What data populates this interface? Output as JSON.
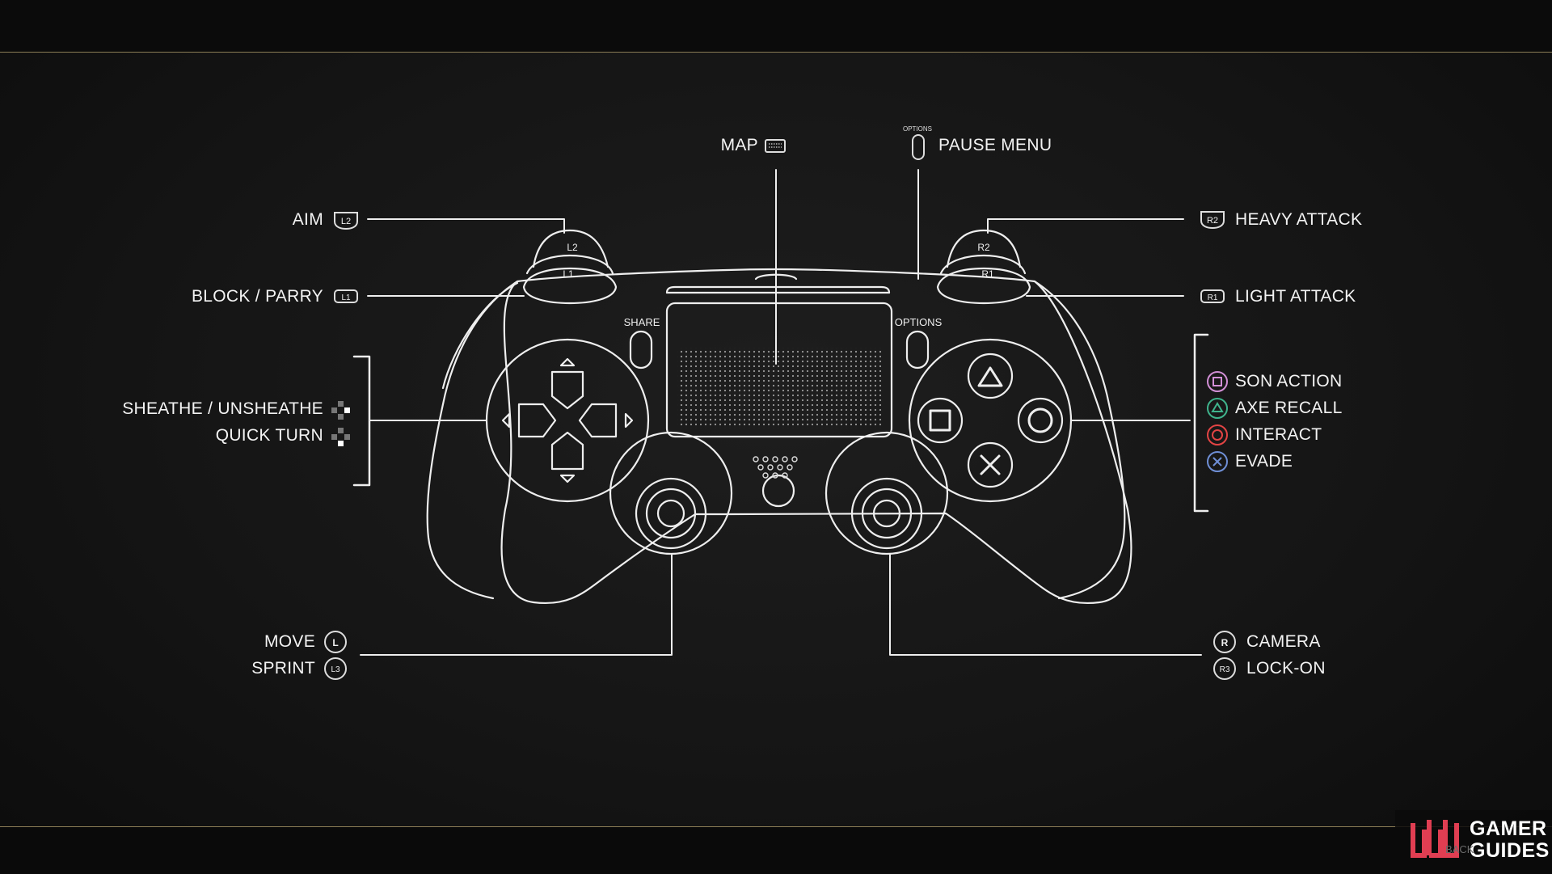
{
  "controls": {
    "left": {
      "aim": "AIM",
      "block_parry": "BLOCK / PARRY",
      "sheathe": "SHEATHE / UNSHEATHE",
      "quick_turn": "QUICK TURN",
      "move": "MOVE",
      "sprint": "SPRINT"
    },
    "top": {
      "map": "MAP",
      "pause_menu": "PAUSE MENU",
      "options_small": "OPTIONS"
    },
    "right": {
      "heavy_attack": "HEAVY ATTACK",
      "light_attack": "LIGHT ATTACK",
      "son_action": "SON ACTION",
      "axe_recall": "AXE RECALL",
      "interact": "INTERACT",
      "evade": "EVADE",
      "camera": "CAMERA",
      "lock_on": "LOCK-ON"
    },
    "button_glyphs": {
      "l2": "L2",
      "l1": "L1",
      "r2": "R2",
      "r1": "R1",
      "l": "L",
      "l3": "L3",
      "r": "R",
      "r3": "R3"
    }
  },
  "controller": {
    "share": "SHARE",
    "options": "OPTIONS",
    "l2": "L2",
    "l1": "L1",
    "r2": "R2",
    "r1": "R1"
  },
  "brand": {
    "line1": "GAMER",
    "line2": "GUIDES",
    "back": "BACK"
  },
  "colors": {
    "square": "#d28fd6",
    "triangle": "#3fb38c",
    "circle": "#e34444",
    "cross": "#6f8fd6",
    "accent_line": "#8a7c55"
  }
}
